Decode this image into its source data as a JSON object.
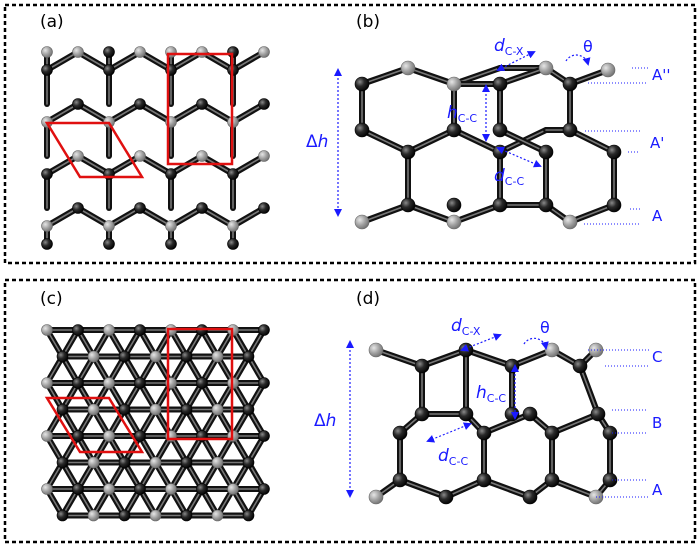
{
  "figure": {
    "top_row": {
      "panel_a": {
        "label": "(a)"
      },
      "panel_b": {
        "label": "(b)",
        "delta_h": {
          "symbol": "Δ",
          "italic": "h"
        },
        "d_cx": {
          "main": "d",
          "sub": "C-X"
        },
        "h_cc": {
          "main": "h",
          "sub": "C-C"
        },
        "d_cc": {
          "main": "d",
          "sub": "C-C"
        },
        "theta": "θ",
        "layers": [
          "A''",
          "A'",
          "A"
        ]
      }
    },
    "bottom_row": {
      "panel_c": {
        "label": "(c)"
      },
      "panel_d": {
        "label": "(d)",
        "delta_h": {
          "symbol": "Δ",
          "italic": "h"
        },
        "d_cx": {
          "main": "d",
          "sub": "C-X"
        },
        "h_cc": {
          "main": "h",
          "sub": "C-C"
        },
        "d_cc": {
          "main": "d",
          "sub": "C-C"
        },
        "theta": "θ",
        "layers": [
          "C",
          "B",
          "A"
        ]
      }
    },
    "colors": {
      "carbon_atom": "#1e1e1e",
      "substituent_atom": "#9a9a9a",
      "unit_cell": "#e01010",
      "annotation": "#1a1aff",
      "frame": "#000000"
    }
  }
}
